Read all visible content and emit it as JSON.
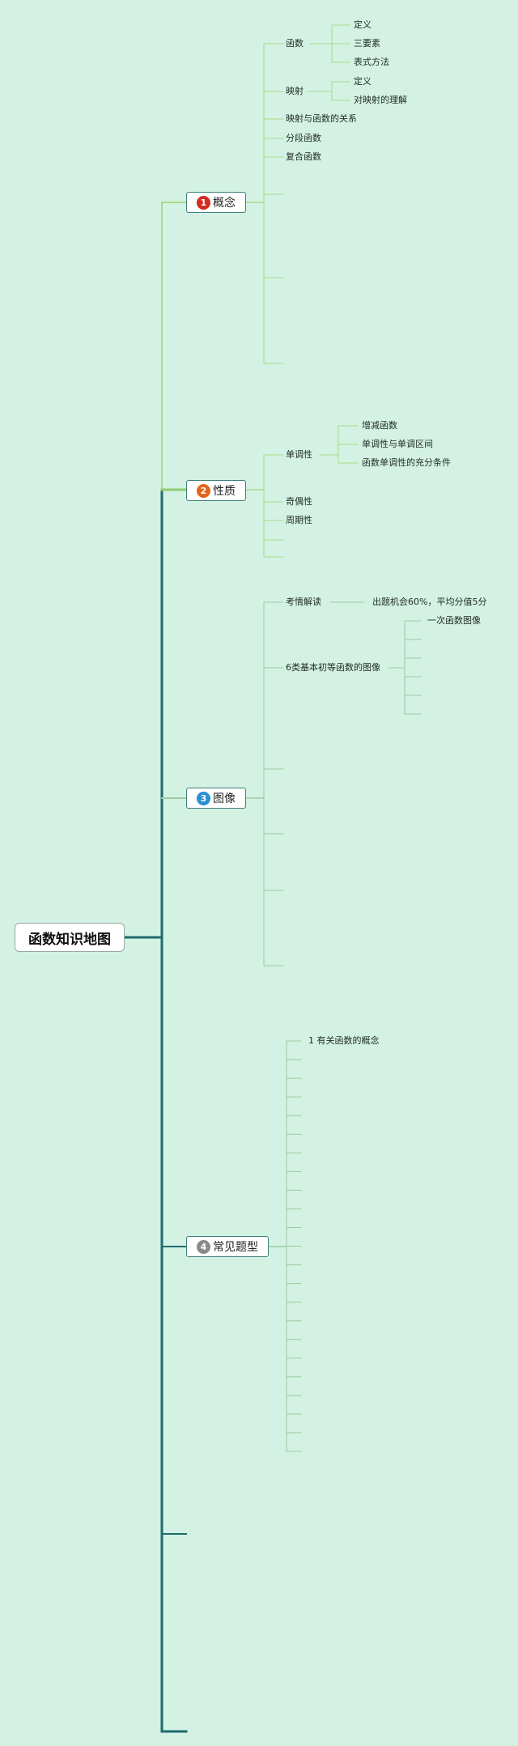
{
  "root": {
    "label": "函数知识地图"
  },
  "colors": {
    "background": "#d3f2e3",
    "trunk": "#1e6b6e",
    "branch_light": "#a8d98a",
    "branch_mid": "#8fcb6e",
    "branch_gray": "#9ccba3",
    "badge_1": "#d42a1f",
    "badge_2": "#e4651c",
    "badge_3": "#2a8fd6",
    "badge_4": "#8a8a8a"
  },
  "branches": [
    {
      "number": "1",
      "label": "概念",
      "children": [
        {
          "label": "函数",
          "children": [
            "定义",
            "三要素",
            "表式方法"
          ]
        },
        {
          "label": "映射",
          "children": [
            "定义",
            "对映射的理解"
          ]
        },
        {
          "label": "映射与函数的关系"
        },
        {
          "label": "分段函数"
        },
        {
          "label": "复合函数"
        }
      ]
    },
    {
      "number": "2",
      "label": "性质",
      "children": [
        {
          "label": "单调性",
          "children": [
            "增减函数",
            "单调性与单调区间",
            "函数单调性的充分条件"
          ]
        },
        {
          "label": "奇偶性"
        },
        {
          "label": "周期性"
        }
      ]
    },
    {
      "number": "3",
      "label": "图像",
      "children": [
        {
          "label": "考情解读",
          "children": [
            "出题机会60%，平均分值5分"
          ]
        },
        {
          "label": "6类基本初等函数的图像",
          "children": [
            "一次函数图像"
          ]
        }
      ]
    },
    {
      "number": "4",
      "label": "常见题型",
      "children": [
        {
          "label": "1 有关函数的概念"
        }
      ]
    }
  ]
}
